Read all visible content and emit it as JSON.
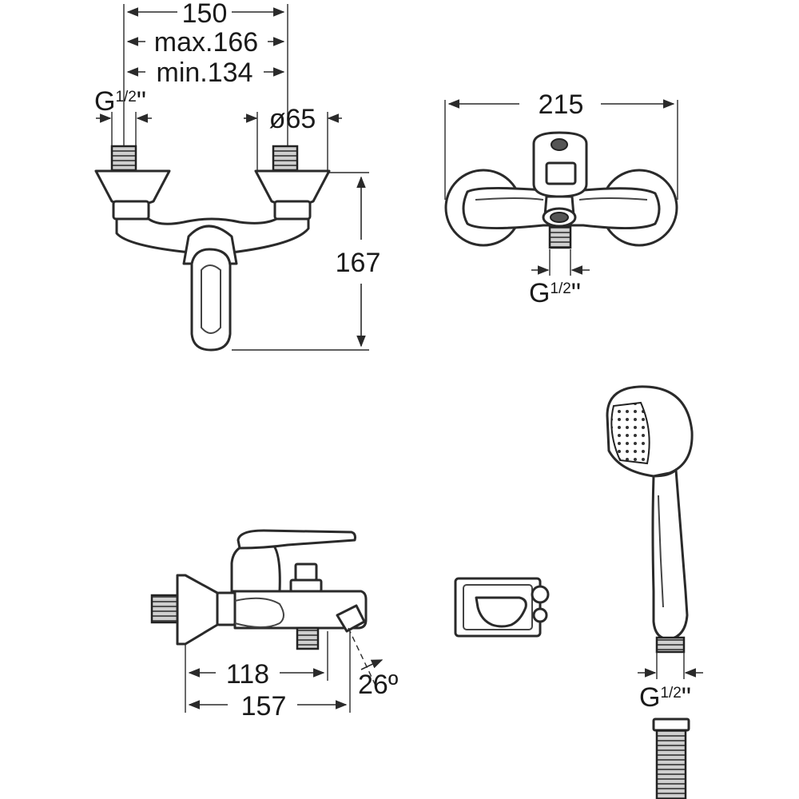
{
  "dimensions": {
    "front_width": "150",
    "front_max": "max.166",
    "front_min": "min.134",
    "inlet_thread_prefix": "G",
    "inlet_thread_fraction": "1/2",
    "inlet_thread_suffix": "\"",
    "flange_diameter": "ø65",
    "height": "167",
    "top_width": "215",
    "outlet_thread_prefix": "G",
    "outlet_thread_fraction": "1/2",
    "outlet_thread_suffix": "\"",
    "side_depth_short": "118",
    "side_depth_long": "157",
    "spout_angle": "26º",
    "hose_thread_prefix": "G",
    "hose_thread_fraction": "1/2",
    "hose_thread_suffix": "\""
  }
}
